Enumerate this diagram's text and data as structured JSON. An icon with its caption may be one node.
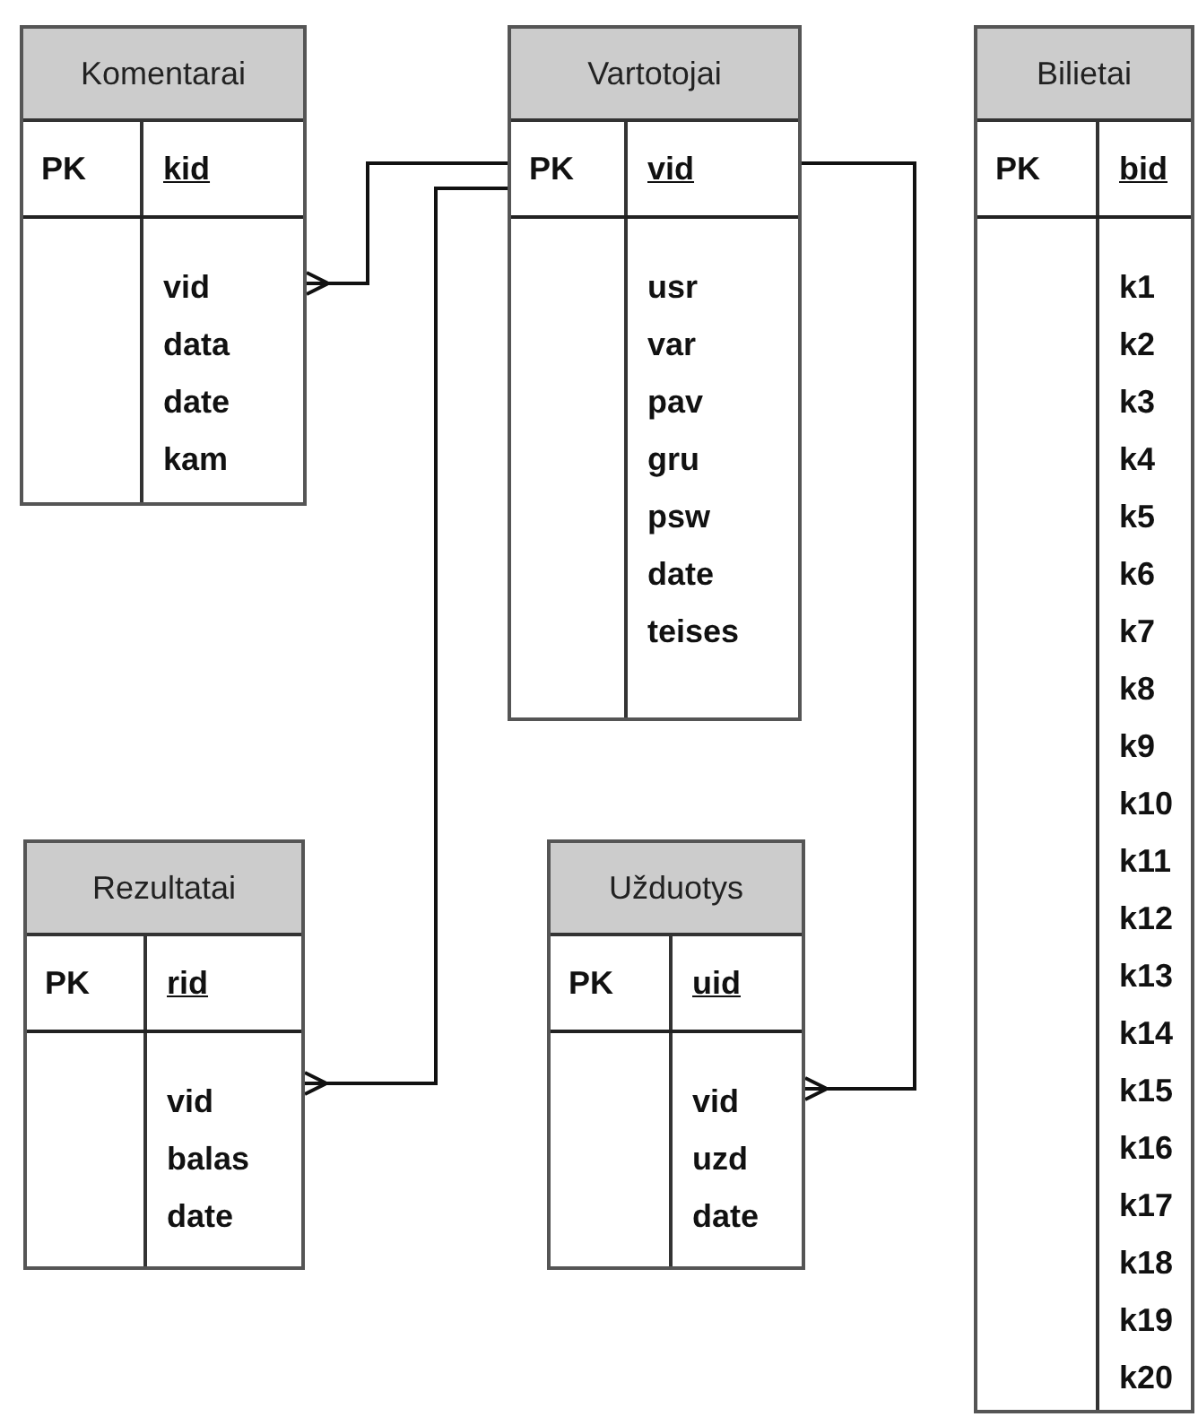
{
  "diagram": {
    "nodes": [
      {
        "text": [
          "Komentarai",
          "PK",
          "kid",
          "vid",
          "data",
          "date",
          "kam"
        ]
      },
      {
        "text": [
          "Vartotojai",
          "PK",
          "vid",
          "usr",
          "var",
          "pav",
          "gru",
          "psw",
          "date",
          "teises"
        ]
      },
      {
        "text": [
          "Bilietai",
          "PK",
          "bid",
          "k1",
          "k2",
          "k3",
          "k4",
          "k5",
          "k6",
          "k7",
          "k8",
          "k9",
          "k10",
          "k11",
          "k12",
          "k13",
          "k14",
          "k15",
          "k16",
          "k17",
          "k18",
          "k19",
          "k20"
        ]
      },
      {
        "text": [
          "Rezultatai",
          "PK",
          "rid",
          "vid",
          "balas",
          "date"
        ]
      },
      {
        "text": [
          "Užduotys",
          "PK",
          "uid",
          "vid",
          "uzd",
          "date"
        ]
      }
    ],
    "edges": [
      {
        "from": 1,
        "to": 0,
        "arrow": "other"
      },
      {
        "from": 1,
        "to": 3,
        "arrow": "other"
      },
      {
        "from": 1,
        "to": 4,
        "arrow": "other"
      }
    ]
  }
}
